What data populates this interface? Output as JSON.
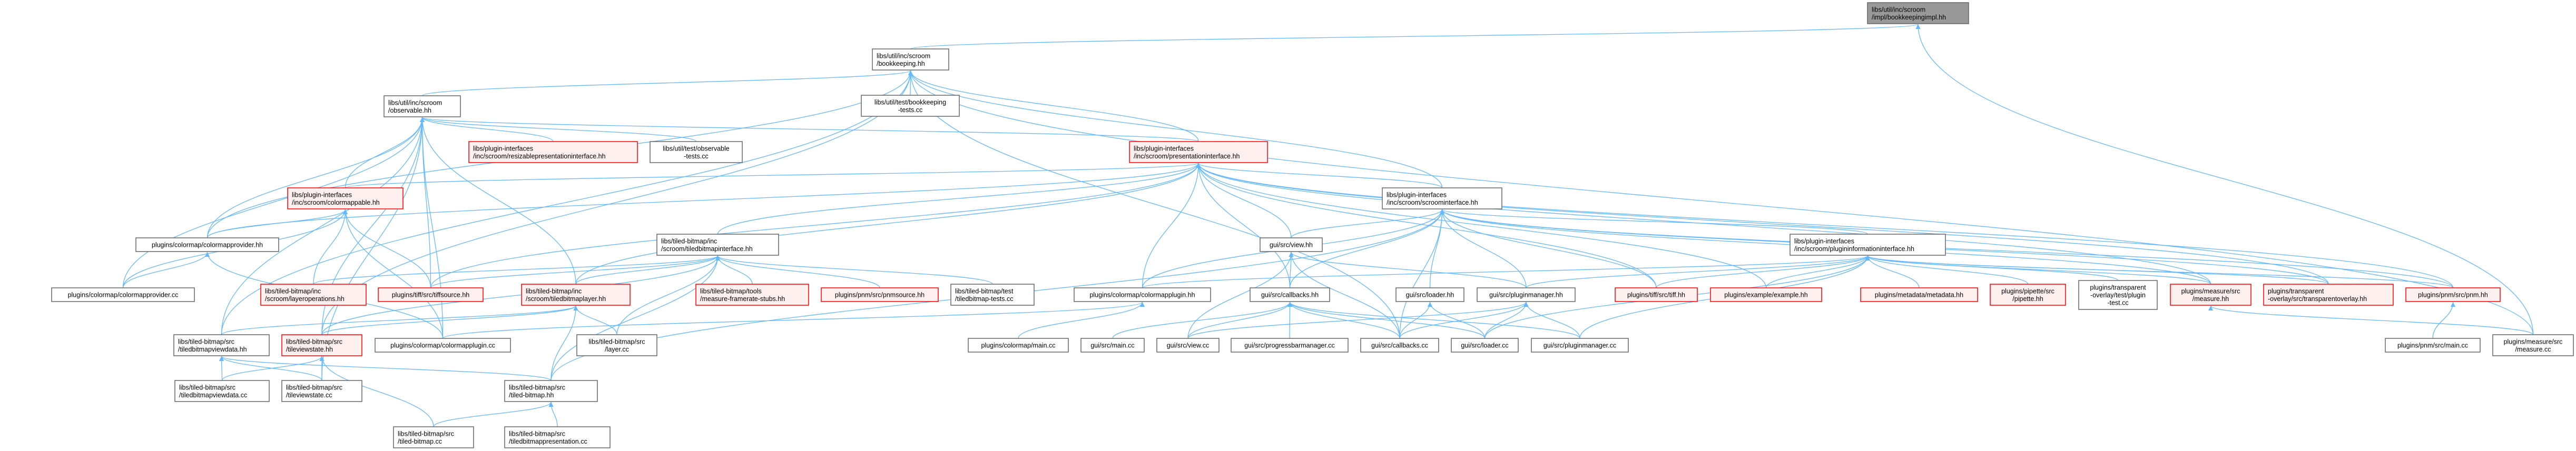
{
  "title": "Include dependency graph for libs/util/inc/scroom/impl/bookkeepingimpl.hh",
  "colors": {
    "edge": "#63b8ff",
    "normal_border": "#666666",
    "incomplete_border": "#ff0000",
    "incomplete_fill": "#fff0f0",
    "root_fill": "#999999"
  },
  "nodes": [
    {
      "id": "impl",
      "lines": [
        "libs/util/inc/scroom",
        "/impl/bookkeepingimpl.hh"
      ],
      "kind": "root"
    },
    {
      "id": "bk",
      "lines": [
        "libs/util/inc/scroom",
        "/bookkeeping.hh"
      ],
      "kind": "normal"
    },
    {
      "id": "bkt",
      "lines": [
        "libs/util/test/bookkeeping",
        "-tests.cc"
      ],
      "kind": "normal"
    },
    {
      "id": "obs",
      "lines": [
        "libs/util/inc/scroom",
        "/observable.hh"
      ],
      "kind": "normal"
    },
    {
      "id": "resz",
      "lines": [
        "libs/plugin-interfaces",
        "/inc/scroom/resizablepresentationinterface.hh"
      ],
      "kind": "truncated"
    },
    {
      "id": "obst",
      "lines": [
        "libs/util/test/observable",
        "-tests.cc"
      ],
      "kind": "normal"
    },
    {
      "id": "pres",
      "lines": [
        "libs/plugin-interfaces",
        "/inc/scroom/presentationinterface.hh"
      ],
      "kind": "truncated"
    },
    {
      "id": "scroom",
      "lines": [
        "libs/plugin-interfaces",
        "/inc/scroom/scroominterface.hh"
      ],
      "kind": "normal"
    },
    {
      "id": "cmpable",
      "lines": [
        "libs/plugin-interfaces",
        "/inc/scroom/colormappable.hh"
      ],
      "kind": "truncated"
    },
    {
      "id": "cmprovhh",
      "lines": [
        "plugins/colormap/colormapprovider.hh"
      ],
      "kind": "normal"
    },
    {
      "id": "view",
      "lines": [
        "gui/src/view.hh"
      ],
      "kind": "normal"
    },
    {
      "id": "tbi",
      "lines": [
        "libs/tiled-bitmap/inc",
        "/scroom/tiledbitmapinterface.hh"
      ],
      "kind": "normal"
    },
    {
      "id": "pii",
      "lines": [
        "libs/plugin-interfaces",
        "/inc/scroom/plugininformationinterface.hh"
      ],
      "kind": "normal"
    },
    {
      "id": "cmprovcc",
      "lines": [
        "plugins/colormap/colormapprovider.cc"
      ],
      "kind": "normal"
    },
    {
      "id": "layerops",
      "lines": [
        "libs/tiled-bitmap/inc",
        "/scroom/layeroperations.hh"
      ],
      "kind": "truncated"
    },
    {
      "id": "tiffsrc",
      "lines": [
        "plugins/tiff/src/tiffsource.hh"
      ],
      "kind": "truncated"
    },
    {
      "id": "tblayer",
      "lines": [
        "libs/tiled-bitmap/inc",
        "/scroom/tiledbitmaplayer.hh"
      ],
      "kind": "truncated"
    },
    {
      "id": "mfs",
      "lines": [
        "libs/tiled-bitmap/tools",
        "/measure-framerate-stubs.hh"
      ],
      "kind": "truncated"
    },
    {
      "id": "pnmsrc",
      "lines": [
        "plugins/pnm/src/pnmsource.hh"
      ],
      "kind": "truncated"
    },
    {
      "id": "tbtests",
      "lines": [
        "libs/tiled-bitmap/test",
        "/tiledbitmap-tests.cc"
      ],
      "kind": "normal"
    },
    {
      "id": "cmplughh",
      "lines": [
        "plugins/colormap/colormapplugin.hh"
      ],
      "kind": "normal"
    },
    {
      "id": "cbhh",
      "lines": [
        "gui/src/callbacks.hh"
      ],
      "kind": "normal"
    },
    {
      "id": "loaderhh",
      "lines": [
        "gui/src/loader.hh"
      ],
      "kind": "normal"
    },
    {
      "id": "pmhh",
      "lines": [
        "gui/src/pluginmanager.hh"
      ],
      "kind": "normal"
    },
    {
      "id": "tiff",
      "lines": [
        "plugins/tiff/src/tiff.hh"
      ],
      "kind": "truncated"
    },
    {
      "id": "example",
      "lines": [
        "plugins/example/example.hh"
      ],
      "kind": "truncated"
    },
    {
      "id": "metadata",
      "lines": [
        "plugins/metadata/metadata.hh"
      ],
      "kind": "truncated"
    },
    {
      "id": "pipette",
      "lines": [
        "plugins/pipette/src",
        "/pipette.hh"
      ],
      "kind": "truncated"
    },
    {
      "id": "ptest",
      "lines": [
        "plugins/transparent",
        "-overlay/test/plugin",
        "-test.cc"
      ],
      "kind": "normal"
    },
    {
      "id": "measurehh",
      "lines": [
        "plugins/measure/src",
        "/measure.hh"
      ],
      "kind": "truncated"
    },
    {
      "id": "tohh",
      "lines": [
        "plugins/transparent",
        "-overlay/src/transparentoverlay.hh"
      ],
      "kind": "truncated"
    },
    {
      "id": "pnmhh",
      "lines": [
        "plugins/pnm/src/pnm.hh"
      ],
      "kind": "truncated"
    },
    {
      "id": "tbvdhh",
      "lines": [
        "libs/tiled-bitmap/src",
        "/tiledbitmapviewdata.hh"
      ],
      "kind": "normal"
    },
    {
      "id": "tvshh",
      "lines": [
        "libs/tiled-bitmap/src",
        "/tileviewstate.hh"
      ],
      "kind": "truncated"
    },
    {
      "id": "cmplugcc",
      "lines": [
        "plugins/colormap/colormapplugin.cc"
      ],
      "kind": "normal"
    },
    {
      "id": "layercc",
      "lines": [
        "libs/tiled-bitmap/src",
        "/layer.cc"
      ],
      "kind": "normal"
    },
    {
      "id": "cmmain",
      "lines": [
        "plugins/colormap/main.cc"
      ],
      "kind": "normal"
    },
    {
      "id": "guimain",
      "lines": [
        "gui/src/main.cc"
      ],
      "kind": "normal"
    },
    {
      "id": "viewcc",
      "lines": [
        "gui/src/view.cc"
      ],
      "kind": "normal"
    },
    {
      "id": "pbm",
      "lines": [
        "gui/src/progressbarmanager.cc"
      ],
      "kind": "normal"
    },
    {
      "id": "cbcc",
      "lines": [
        "gui/src/callbacks.cc"
      ],
      "kind": "normal"
    },
    {
      "id": "loadercc",
      "lines": [
        "gui/src/loader.cc"
      ],
      "kind": "normal"
    },
    {
      "id": "pmcc",
      "lines": [
        "gui/src/pluginmanager.cc"
      ],
      "kind": "normal"
    },
    {
      "id": "pnmmain",
      "lines": [
        "plugins/pnm/src/main.cc"
      ],
      "kind": "normal"
    },
    {
      "id": "measurecc",
      "lines": [
        "plugins/measure/src",
        "/measure.cc"
      ],
      "kind": "normal"
    },
    {
      "id": "tbvdcc",
      "lines": [
        "libs/tiled-bitmap/src",
        "/tiledbitmapviewdata.cc"
      ],
      "kind": "normal"
    },
    {
      "id": "tvscc",
      "lines": [
        "libs/tiled-bitmap/src",
        "/tileviewstate.cc"
      ],
      "kind": "normal"
    },
    {
      "id": "tbhh",
      "lines": [
        "libs/tiled-bitmap/src",
        "/tiled-bitmap.hh"
      ],
      "kind": "normal"
    },
    {
      "id": "tbcc",
      "lines": [
        "libs/tiled-bitmap/src",
        "/tiled-bitmap.cc"
      ],
      "kind": "normal"
    },
    {
      "id": "tbpcc",
      "lines": [
        "libs/tiled-bitmap/src",
        "/tiledbitmappresentation.cc"
      ],
      "kind": "normal"
    }
  ],
  "edges": [
    [
      "bk",
      "impl"
    ],
    [
      "measurecc",
      "impl"
    ],
    [
      "bkt",
      "bk"
    ],
    [
      "obs",
      "bk"
    ],
    [
      "pres",
      "bk"
    ],
    [
      "scroom",
      "bk"
    ],
    [
      "cbcc",
      "bk"
    ],
    [
      "tbvdhh",
      "bk"
    ],
    [
      "tvshh",
      "bk"
    ],
    [
      "cmprovhh",
      "bk"
    ],
    [
      "measurecc",
      "bk"
    ],
    [
      "resz",
      "obs"
    ],
    [
      "obst",
      "obs"
    ],
    [
      "pres",
      "obs"
    ],
    [
      "cmpable",
      "obs"
    ],
    [
      "tiffsrc",
      "obs"
    ],
    [
      "tblayer",
      "obs"
    ],
    [
      "tvshh",
      "obs"
    ],
    [
      "tbvdhh",
      "obs"
    ],
    [
      "cmprovhh",
      "obs"
    ],
    [
      "cmprovcc",
      "obs"
    ],
    [
      "tvscc",
      "obs"
    ],
    [
      "cmplugcc",
      "obs"
    ],
    [
      "cmpable",
      "pres"
    ],
    [
      "tbi",
      "pres"
    ],
    [
      "scroom",
      "pres"
    ],
    [
      "view",
      "pres"
    ],
    [
      "cbhh",
      "pres"
    ],
    [
      "cmplughh",
      "pres"
    ],
    [
      "tiff",
      "pres"
    ],
    [
      "example",
      "pres"
    ],
    [
      "pnmhh",
      "pres"
    ],
    [
      "tohh",
      "pres"
    ],
    [
      "measurehh",
      "pres"
    ],
    [
      "cmprovhh",
      "pres"
    ],
    [
      "tiffsrc",
      "pres"
    ],
    [
      "tblayer",
      "pres"
    ],
    [
      "cmprovhh",
      "cmpable"
    ],
    [
      "layerops",
      "cmpable"
    ],
    [
      "tiffsrc",
      "cmpable"
    ],
    [
      "cmplugcc",
      "cmpable"
    ],
    [
      "cmprovcc",
      "cmpable"
    ],
    [
      "cmprovcc",
      "cmprovhh"
    ],
    [
      "cmplugcc",
      "cmprovhh"
    ],
    [
      "tblayer",
      "tbi"
    ],
    [
      "mfs",
      "tbi"
    ],
    [
      "pnmsrc",
      "tbi"
    ],
    [
      "tbtests",
      "tbi"
    ],
    [
      "layercc",
      "tbi"
    ],
    [
      "tbhh",
      "tbi"
    ],
    [
      "layerops",
      "tbi"
    ],
    [
      "tiffsrc",
      "tbi"
    ],
    [
      "tvshh",
      "tbi"
    ],
    [
      "layercc",
      "tblayer"
    ],
    [
      "tbhh",
      "tblayer"
    ],
    [
      "tvshh",
      "tblayer"
    ],
    [
      "tbvdhh",
      "tblayer"
    ],
    [
      "tbvdcc",
      "tbvdhh"
    ],
    [
      "tvscc",
      "tbvdhh"
    ],
    [
      "tbhh",
      "tbvdhh"
    ],
    [
      "tbvdcc",
      "tvshh"
    ],
    [
      "tvscc",
      "tvshh"
    ],
    [
      "tbcc",
      "tvshh"
    ],
    [
      "tbcc",
      "tbhh"
    ],
    [
      "tbpcc",
      "tbhh"
    ],
    [
      "view",
      "scroom"
    ],
    [
      "cbhh",
      "scroom"
    ],
    [
      "loaderhh",
      "scroom"
    ],
    [
      "pmhh",
      "scroom"
    ],
    [
      "pii",
      "scroom"
    ],
    [
      "cmplughh",
      "scroom"
    ],
    [
      "cbcc",
      "scroom"
    ],
    [
      "tiff",
      "scroom"
    ],
    [
      "pnmhh",
      "scroom"
    ],
    [
      "measurehh",
      "scroom"
    ],
    [
      "tohh",
      "scroom"
    ],
    [
      "tbhh",
      "scroom"
    ],
    [
      "cbhh",
      "view"
    ],
    [
      "viewcc",
      "view"
    ],
    [
      "cbcc",
      "view"
    ],
    [
      "pmhh",
      "view"
    ],
    [
      "guimain",
      "cbhh"
    ],
    [
      "viewcc",
      "cbhh"
    ],
    [
      "pbm",
      "cbhh"
    ],
    [
      "cbcc",
      "cbhh"
    ],
    [
      "loadercc",
      "cbhh"
    ],
    [
      "pmcc",
      "cbhh"
    ],
    [
      "cbcc",
      "loaderhh"
    ],
    [
      "loadercc",
      "loaderhh"
    ],
    [
      "viewcc",
      "pmhh"
    ],
    [
      "cbcc",
      "pmhh"
    ],
    [
      "loadercc",
      "pmhh"
    ],
    [
      "pmcc",
      "pmhh"
    ],
    [
      "cmplugcc",
      "cmplughh"
    ],
    [
      "cmmain",
      "cmplughh"
    ],
    [
      "pmhh",
      "pii"
    ],
    [
      "cmplughh",
      "pii"
    ],
    [
      "tiff",
      "pii"
    ],
    [
      "example",
      "pii"
    ],
    [
      "metadata",
      "pii"
    ],
    [
      "pipette",
      "pii"
    ],
    [
      "ptest",
      "pii"
    ],
    [
      "measurehh",
      "pii"
    ],
    [
      "tohh",
      "pii"
    ],
    [
      "pnmhh",
      "pii"
    ],
    [
      "pmcc",
      "pii"
    ],
    [
      "loadercc",
      "pii"
    ],
    [
      "pnmmain",
      "pnmhh"
    ],
    [
      "measurecc",
      "measurehh"
    ]
  ]
}
